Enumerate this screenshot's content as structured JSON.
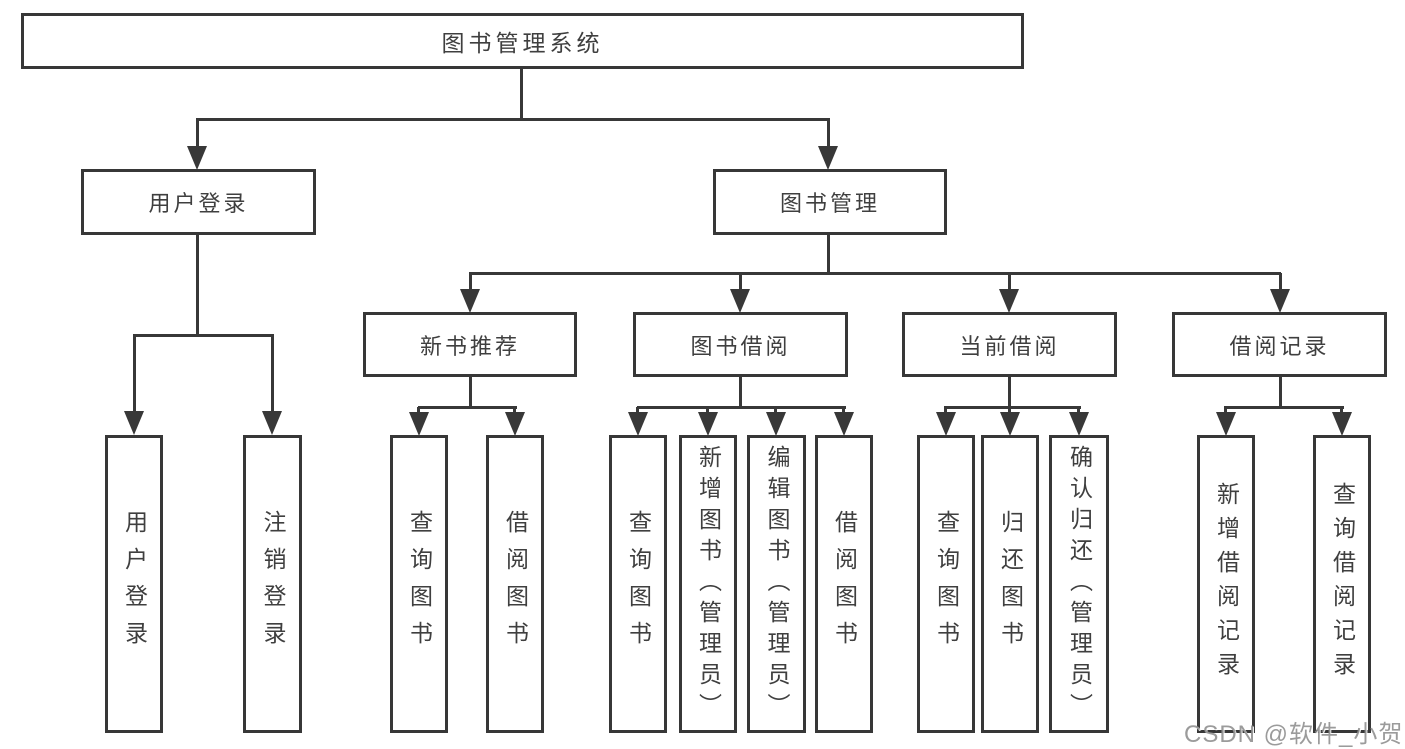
{
  "diagram": {
    "root": {
      "label": "图书管理系统"
    },
    "branches": [
      {
        "label": "用户登录",
        "children": [
          {
            "label": "用户登录"
          },
          {
            "label": "注销登录"
          }
        ]
      },
      {
        "label": "图书管理",
        "children": [
          {
            "label": "新书推荐",
            "children": [
              {
                "label": "查询图书"
              },
              {
                "label": "借阅图书"
              }
            ]
          },
          {
            "label": "图书借阅",
            "children": [
              {
                "label": "查询图书"
              },
              {
                "label": "新增图书（管理员）"
              },
              {
                "label": "编辑图书（管理员）"
              },
              {
                "label": "借阅图书"
              }
            ]
          },
          {
            "label": "当前借阅",
            "children": [
              {
                "label": "查询图书"
              },
              {
                "label": "归还图书"
              },
              {
                "label": "确认归还（管理员）"
              }
            ]
          },
          {
            "label": "借阅记录",
            "children": [
              {
                "label": "新增借阅记录"
              },
              {
                "label": "查询借阅记录"
              }
            ]
          }
        ]
      }
    ]
  },
  "watermark": {
    "text": "CSDN @软件_小贺同学"
  },
  "colors": {
    "line": "#383838",
    "border": "#373737",
    "text": "#3f3f3f",
    "background": "#ffffff",
    "watermark": "#8a8a8a"
  }
}
